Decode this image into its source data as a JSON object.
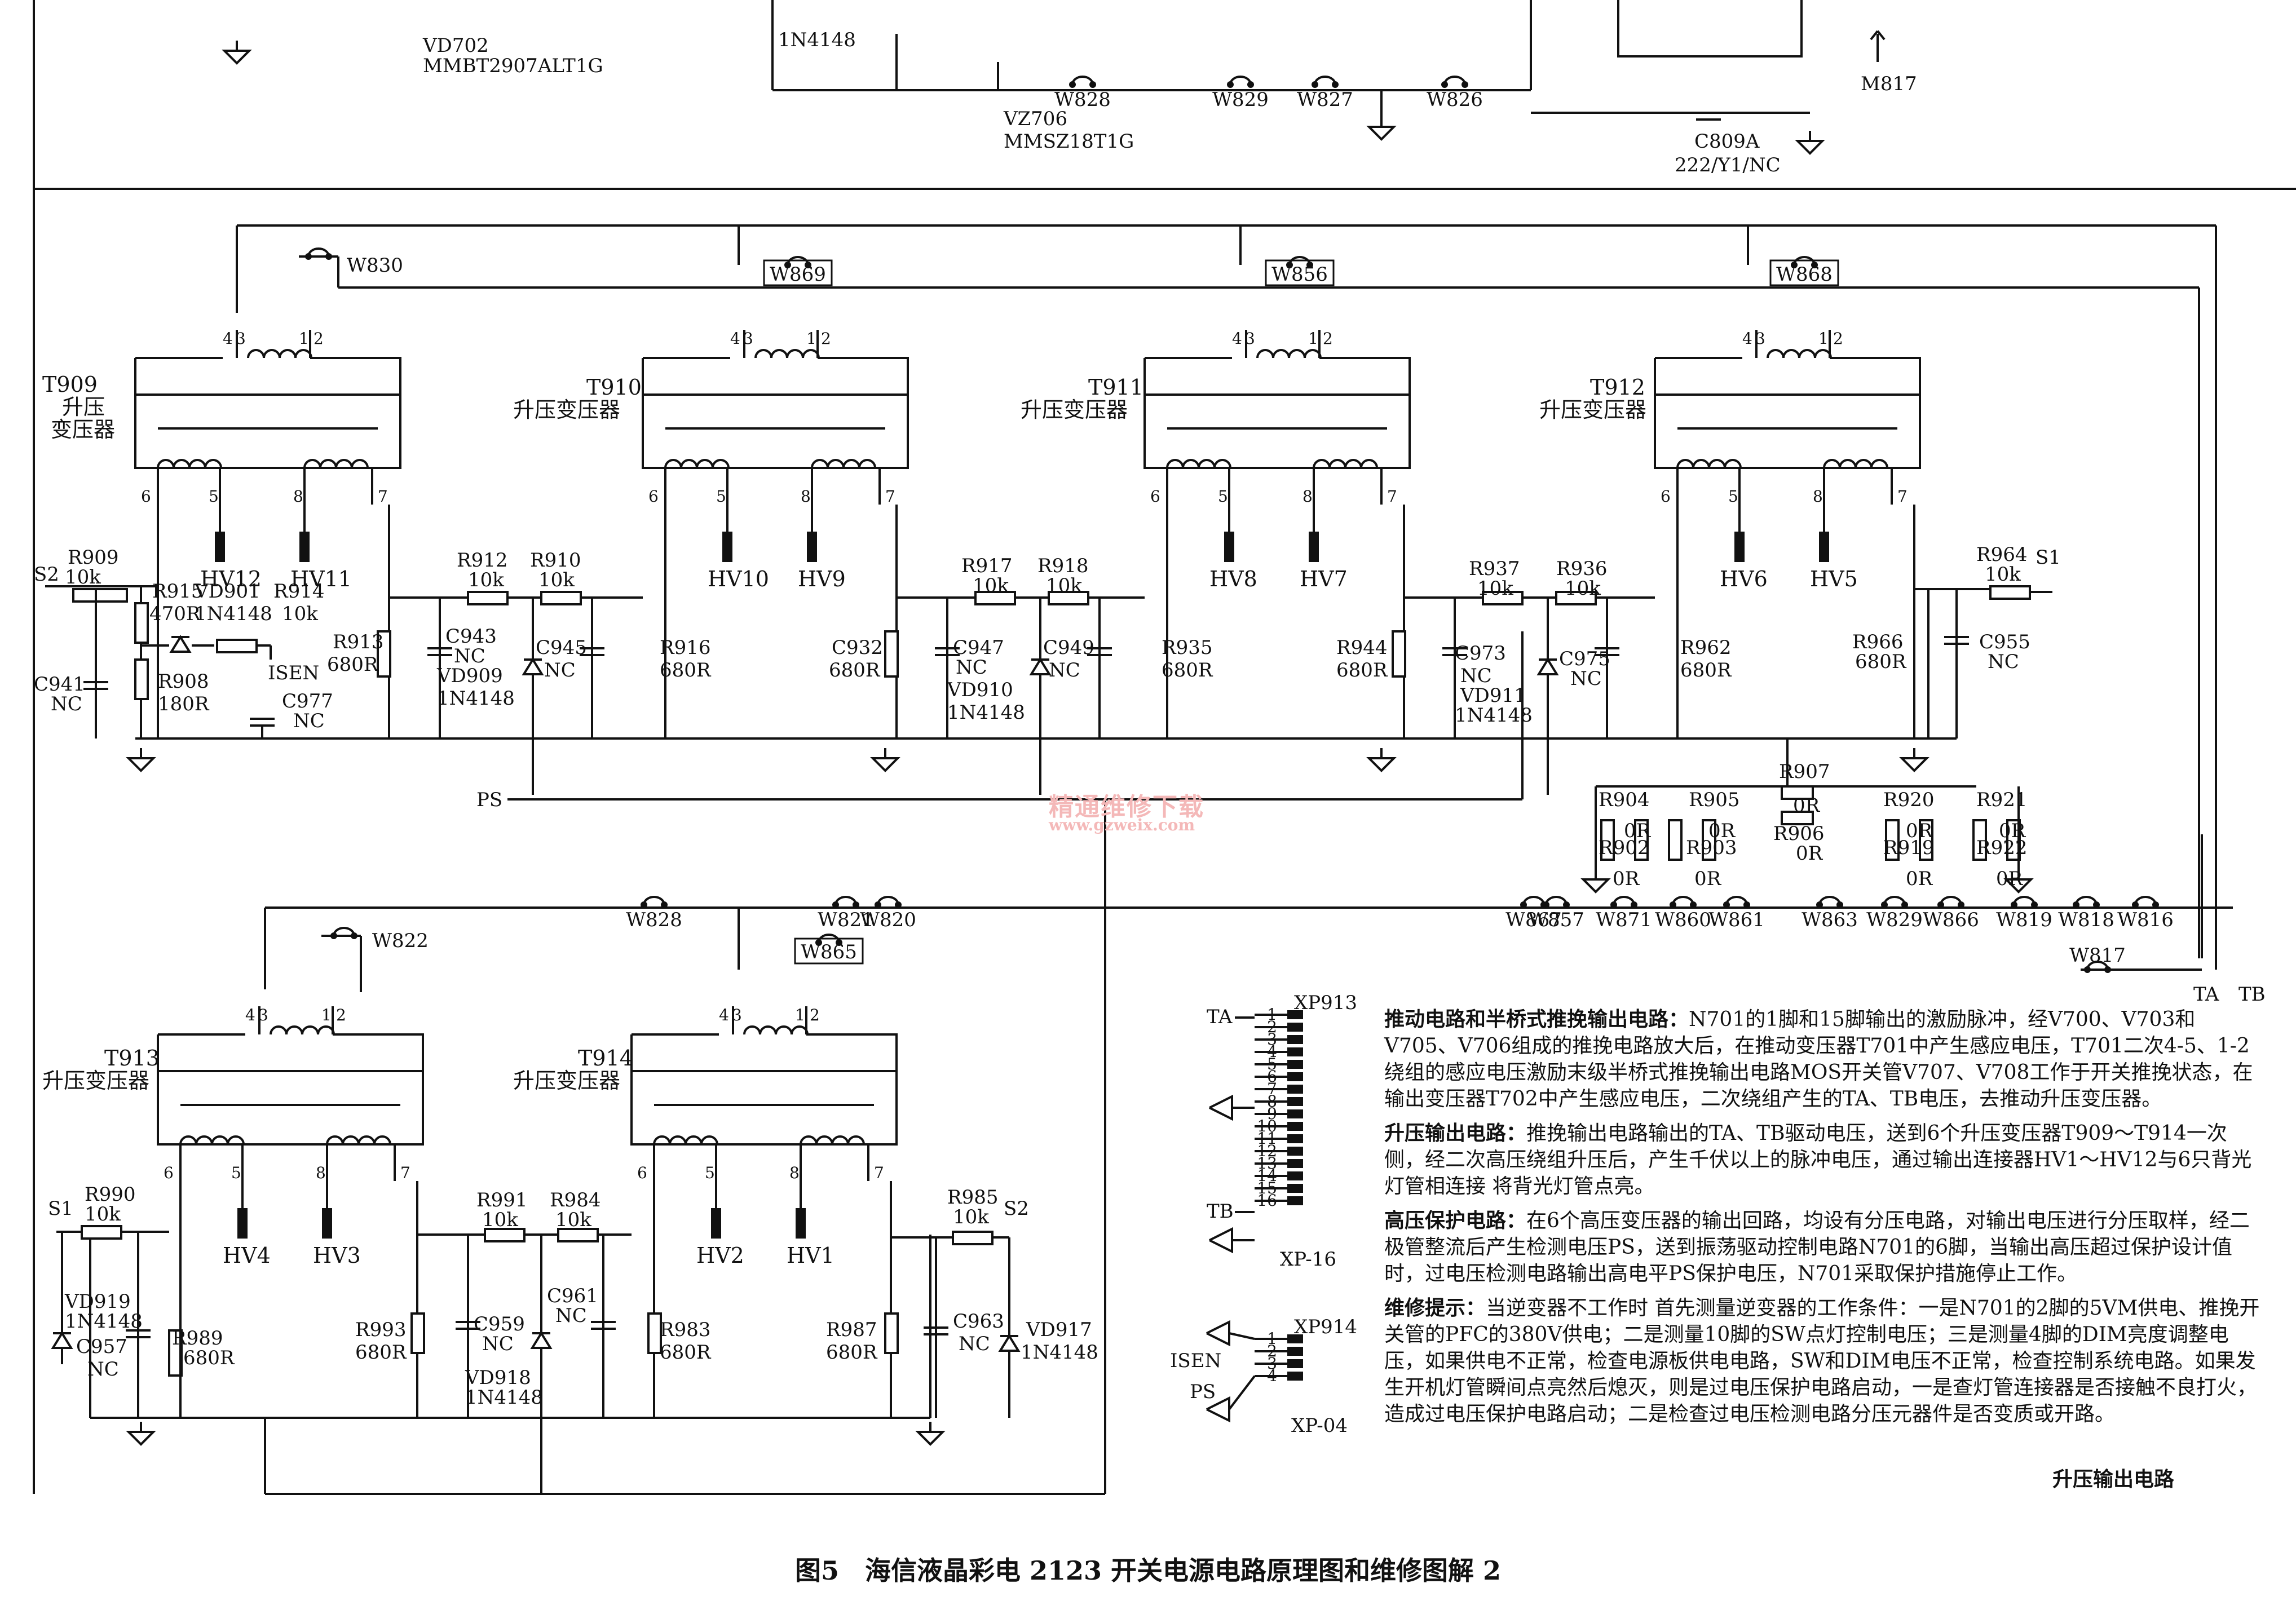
{
  "top_strip": {
    "vd702": "VD702",
    "vd702_part": "MMBT2907ALT1G",
    "diode_1n4148": "1N4148",
    "vz706": "VZ706",
    "vz706_part": "MMSZ18T1G",
    "jumpers": [
      "W828",
      "W829",
      "W827",
      "W826"
    ],
    "c809a": "C809A",
    "c809a_value": "222/Y1/NC",
    "m817": "M817"
  },
  "transformers_top": [
    {
      "id": "T909",
      "type": "升压",
      "type2": "变压器",
      "jumper": "W830",
      "hv_left": "HV12",
      "hv_right": "HV11"
    },
    {
      "id": "T910",
      "type": "升压变压器",
      "jumper": "W869",
      "hv_left": "HV10",
      "hv_right": "HV9"
    },
    {
      "id": "T911",
      "type": "升压变压器",
      "jumper": "W856",
      "hv_left": "HV8",
      "hv_right": "HV7"
    },
    {
      "id": "T912",
      "type": "升压变压器",
      "jumper": "W868",
      "hv_left": "HV6",
      "hv_right": "HV5"
    }
  ],
  "transformers_bottom": [
    {
      "id": "T913",
      "type": "升压变压器",
      "jumper": "W822",
      "hv_left": "HV4",
      "hv_right": "HV3"
    },
    {
      "id": "T914",
      "type": "升压变压器",
      "jumper": "W865",
      "hv_left": "HV2",
      "hv_right": "HV1"
    }
  ],
  "pins": {
    "p4": "4",
    "p3": "3",
    "p1": "1",
    "p2": "2",
    "p6": "6",
    "p5": "5",
    "p8": "8",
    "p7": "7"
  },
  "components_top": {
    "s2": "S2",
    "r909": "R909",
    "r909v": "10k",
    "r915": "R915",
    "r915v": "470R",
    "vd901": "VD901",
    "vd901v": "1N4148",
    "r914": "R914",
    "r914v": "10k",
    "r908": "R908",
    "r908v": "180R",
    "c941": "C941",
    "c941v": "NC",
    "isen": "ISEN",
    "c977": "C977",
    "c977v": "NC",
    "r913": "R913",
    "r913v": "680R",
    "r912": "R912",
    "r912v": "10k",
    "r910": "R910",
    "r910v": "10k",
    "c943": "C943",
    "c943v": "NC",
    "c945": "C945",
    "c945v": "NC",
    "vd909": "VD909",
    "vd909v": "1N4148",
    "r916": "R916",
    "r916v": "680R",
    "c932": "C932",
    "c932v": "680R",
    "r917": "R917",
    "r917v": "10k",
    "r918": "R918",
    "r918v": "10k",
    "c947": "C947",
    "c947v": "NC",
    "c949": "C949",
    "c949v": "NC",
    "vd910": "VD910",
    "vd910v": "1N4148",
    "r935": "R935",
    "r935v": "680R",
    "r944": "R944",
    "r944v": "680R",
    "r937": "R937",
    "r937v": "10k",
    "r936": "R936",
    "r936v": "10k",
    "c973": "C973",
    "c973v": "NC",
    "c975": "C975",
    "c975v": "NC",
    "vd911": "VD911",
    "vd911v": "1N4148",
    "r962": "R962",
    "r962v": "680R",
    "r964": "R964",
    "r964v": "10k",
    "s1": "S1",
    "r966": "R966",
    "r966v": "680R",
    "c955": "C955",
    "c955v": "NC",
    "ps": "PS"
  },
  "zero_ohm_network": {
    "r907": "R907",
    "r904": "R904",
    "r905": "R905",
    "r902": "R902",
    "r903": "R903",
    "r906": "R906",
    "r920": "R920",
    "r921": "R921",
    "r919": "R919",
    "r922": "R922",
    "zero": "0R"
  },
  "bus_jumpers": [
    "W867",
    "W857",
    "W871",
    "W860",
    "W861",
    "W863",
    "W829",
    "W866",
    "W819",
    "W818",
    "W816"
  ],
  "bus_misc": {
    "w817": "W817",
    "ta": "TA",
    "tb": "TB",
    "w828": "W828",
    "w821": "W821",
    "w820": "W820"
  },
  "components_bottom": {
    "s1": "S1",
    "r990": "R990",
    "r990v": "10k",
    "vd919": "VD919",
    "vd919v": "1N4148",
    "c957": "C957",
    "c957v": "NC",
    "r989": "R989",
    "r989v": "680R",
    "r993": "R993",
    "r993v": "680R",
    "r991": "R991",
    "r991v": "10k",
    "r984": "R984",
    "r984v": "10k",
    "c959": "C959",
    "c959v": "NC",
    "c961": "C961",
    "c961v": "NC",
    "vd918": "VD918",
    "vd918v": "1N4148",
    "r983": "R983",
    "r983v": "680R",
    "r987": "R987",
    "r987v": "680R",
    "r985": "R985",
    "r985v": "10k",
    "s2": "S2",
    "c963": "C963",
    "c963v": "NC",
    "vd917": "VD917",
    "vd917v": "1N4148"
  },
  "connectors": {
    "xp913": "XP913",
    "xp913_type": "XP-16",
    "ta": "TA",
    "tb": "TB",
    "xp913_pins": [
      "1",
      "2",
      "3",
      "4",
      "5",
      "6",
      "7",
      "8",
      "9",
      "10",
      "11",
      "12",
      "13",
      "14",
      "15",
      "16"
    ],
    "xp914": "XP914",
    "xp914_type": "XP-04",
    "isen": "ISEN",
    "ps": "PS",
    "xp914_pins": [
      "1",
      "2",
      "3",
      "4"
    ]
  },
  "notes": [
    {
      "title": "推动电路和半桥式推挽输出电路：",
      "body": "N701的1脚和15脚输出的激励脉冲，经V700、V703和V705、V706组成的推挽电路放大后，在推动变压器T701中产生感应电压，T701二次4-5、1-2绕组的感应电压激励末级半桥式推挽输出电路MOS开关管V707、V708工作于开关推挽状态，在输出变压器T702中产生感应电压，二次绕组产生的TA、TB电压，去推动升压变压器。"
    },
    {
      "title": "升压输出电路：",
      "body": "推挽输出电路输出的TA、TB驱动电压，送到6个升压变压器T909～T914一次侧，经二次高压绕组升压后，产生千伏以上的脉冲电压，通过输出连接器HV1～HV12与6只背光灯管相连接 将背光灯管点亮。"
    },
    {
      "title": "高压保护电路：",
      "body": "在6个高压变压器的输出回路，均设有分压电路，对输出电压进行分压取样，经二极管整流后产生检测电压PS，送到振荡驱动控制电路N701的6脚，当输出高压超过保护设计值时，过电压检测电路输出高电平PS保护电压，N701采取保护措施停止工作。"
    },
    {
      "title": "维修提示：",
      "body": "当逆变器不工作时 首先测量逆变器的工作条件：一是N701的2脚的5VM供电、推挽开关管的PFC的380V供电；二是测量10脚的SW点灯控制电压；三是测量4脚的DIM亮度调整电压，如果供电不正常，检查电源板供电电路，SW和DIM电压不正常，检查控制系统电路。如果发生开机灯管瞬间点亮然后熄灭，则是过电压保护电路启动，一是查灯管连接器是否接触不良打火，造成过电压保护电路启动；二是检查过电压检测电路分压元器件是否变质或开路。"
    }
  ],
  "sub_title": "升压输出电路",
  "watermark": "精通维修下载",
  "watermark_url": "www.gzweix.com",
  "caption": "图5　海信液晶彩电 2123 开关电源电路原理图和维修图解 2"
}
